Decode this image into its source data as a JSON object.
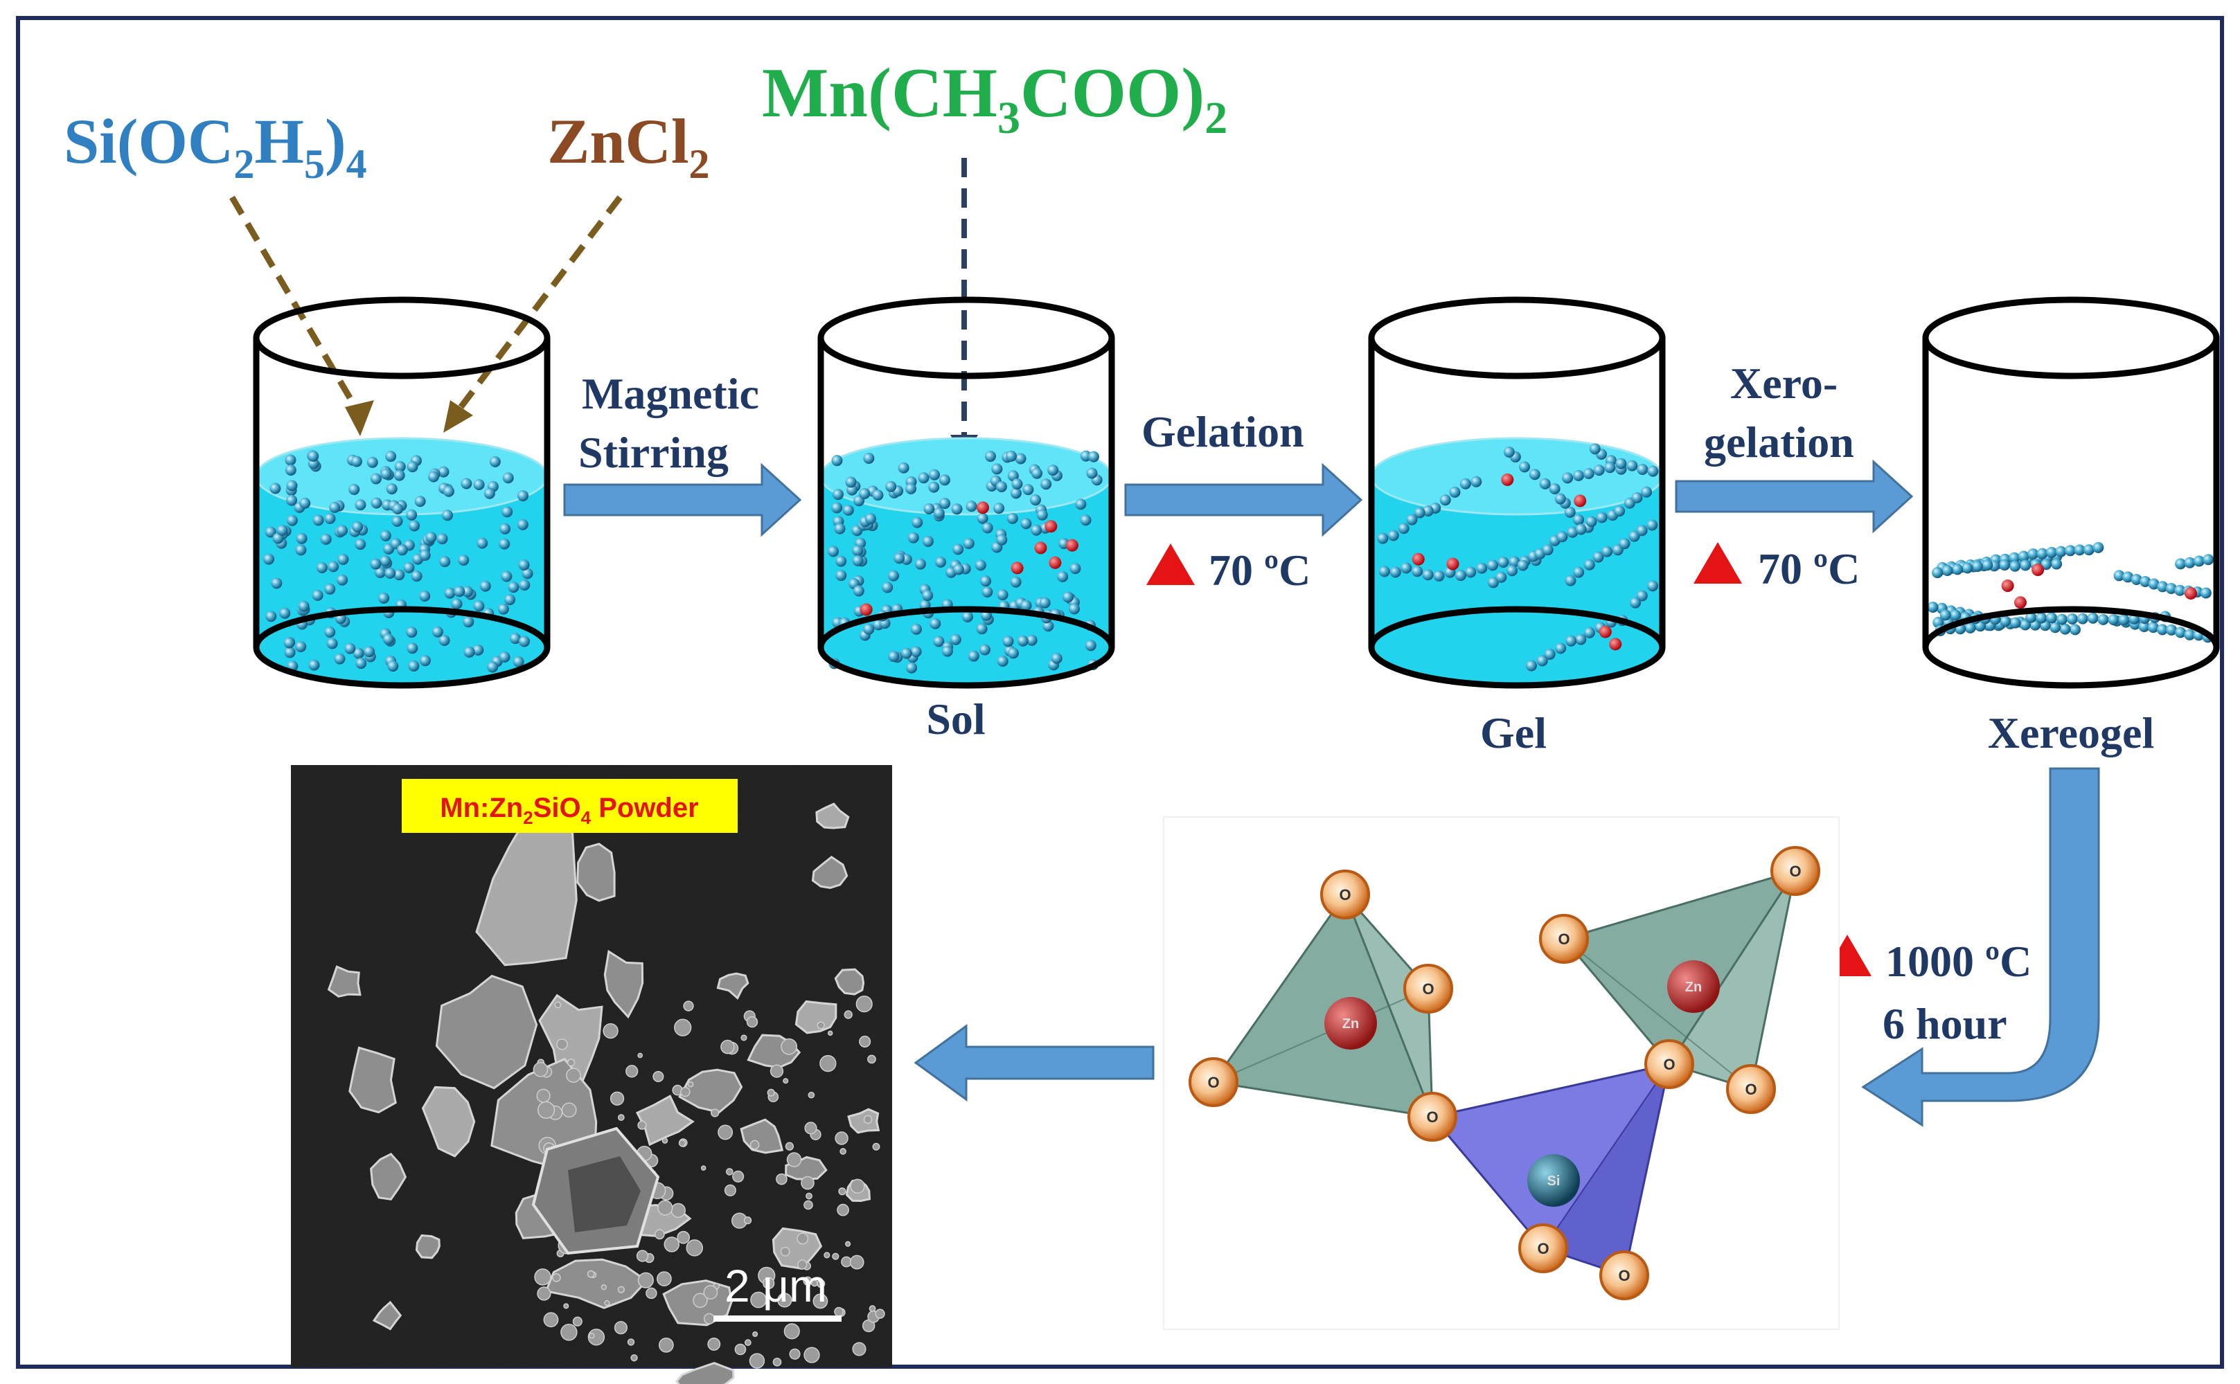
{
  "reagents": {
    "teos": {
      "base": "Si(OC",
      "sub1": "2",
      "mid": "H",
      "sub2": "5",
      "end": ")",
      "sub3": "4",
      "color": "#2f7fc1"
    },
    "zncl2": {
      "base": "ZnCl",
      "sub": "2",
      "color": "#8b4a23"
    },
    "mn": {
      "base": "Mn(CH",
      "sub1": "3",
      "mid": "COO)",
      "sub2": "2",
      "color": "#1fae4b"
    }
  },
  "steps": {
    "stirring": [
      "Magnetic",
      "Stirring"
    ],
    "gelation": "Gelation",
    "xerogelation": [
      "Xero-",
      "gelation"
    ],
    "temp1": "70 ºC",
    "temp2": "70 ºC",
    "anneal_temp": "1000 ºC",
    "anneal_time": "6 hour"
  },
  "labels": {
    "sol": "Sol",
    "gel": "Gel",
    "xerogel": "Xereogel"
  },
  "sem": {
    "tag": {
      "base": "Mn:Zn",
      "sub1": "2",
      "mid": "SiO",
      "sub2": "4",
      "end": " Powder"
    },
    "scale": "2 μm"
  },
  "structure": {
    "atom_o": "O",
    "atom_zn": "Zn",
    "atom_si": "Si"
  },
  "colors": {
    "text_dark": "#1f3864",
    "arrow": "#5b9bd5",
    "liquid": "#22d3ee",
    "triangle": "#e41414",
    "tag_bg": "#ffff00",
    "tag_text": "#e41414"
  }
}
